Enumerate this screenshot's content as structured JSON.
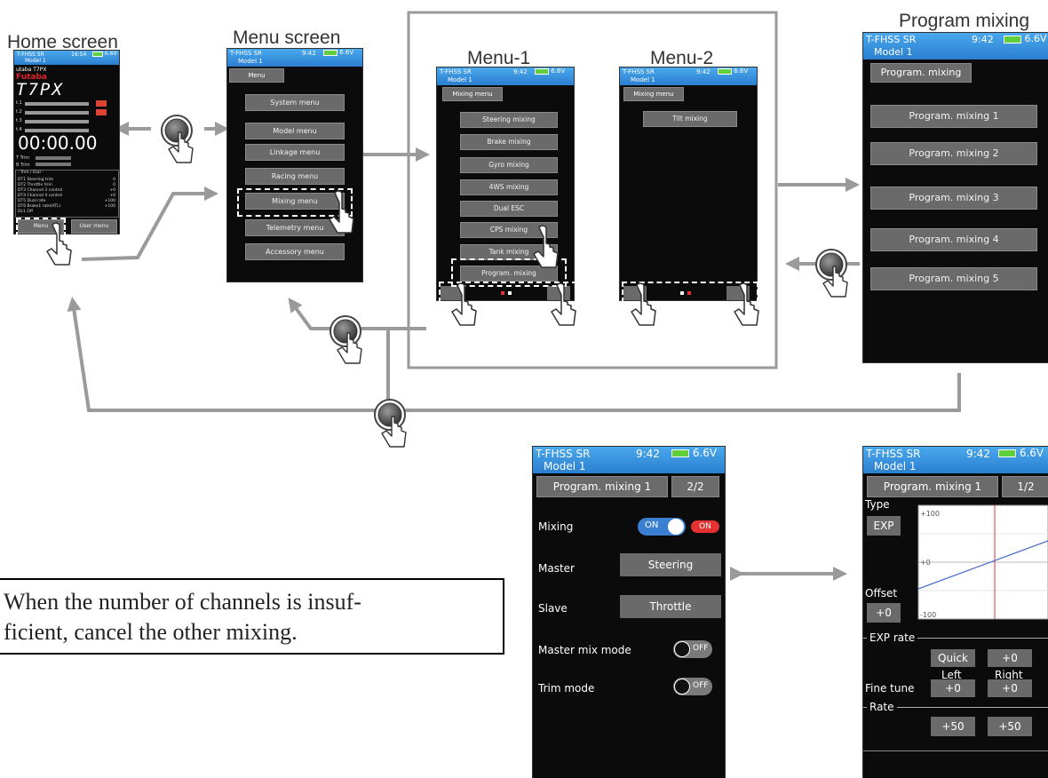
{
  "titles": {
    "home": "Home screen",
    "menu": "Menu screen",
    "menu1": "Menu-1",
    "menu2": "Menu-2",
    "prog": "Program mixing"
  },
  "status": {
    "system": "T-FHSS SR",
    "model": "Model 1",
    "time": "9:42",
    "home_time": "16:54",
    "voltage": "6.6V"
  },
  "home": {
    "model_line": "utaba T7PX",
    "brand": "Futaba",
    "logo": "T7PX",
    "timer": "00:00.00",
    "rows": [
      "t.1",
      "t.2",
      "t.3",
      "t.4"
    ],
    "trim_rows": [
      "T Trim",
      "B Trim"
    ],
    "list_header": "- Trim / Dial -",
    "list": [
      {
        "k": "DT1",
        "name": "Steering trim",
        "v": "0"
      },
      {
        "k": "DT2",
        "name": "Throttle trim",
        "v": "0"
      },
      {
        "k": "DT3",
        "name": "Channel 3 control",
        "v": "+0"
      },
      {
        "k": "DT4",
        "name": "Channel 4 control",
        "v": "+0"
      },
      {
        "k": "DT5",
        "name": "Dual rate",
        "v": "+100"
      },
      {
        "k": "DT6",
        "name": "Brake1 rate(ATL)",
        "v": "+100"
      },
      {
        "k": "DL1",
        "name": "Off",
        "v": ""
      }
    ],
    "btn_menu": "Menu",
    "btn_user": "User menu"
  },
  "menu": {
    "header": "Menu",
    "items": [
      "System menu",
      "Model menu",
      "Linkage menu",
      "Racing menu",
      "Mixing menu",
      "Telemetry menu",
      "Accessory menu"
    ]
  },
  "menu1": {
    "header": "Mixing menu",
    "items": [
      "Steering mixing",
      "Brake mixing",
      "Gyro mixing",
      "4WS mixing",
      "Dual ESC",
      "CPS mixing",
      "Tank mixing",
      "Program. mixing"
    ]
  },
  "menu2": {
    "header": "Mixing menu",
    "items": [
      "Tilt mixing"
    ]
  },
  "prog": {
    "header": "Program. mixing",
    "items": [
      "Program. mixing 1",
      "Program. mixing 2",
      "Program. mixing 3",
      "Program. mixing 4",
      "Program. mixing 5"
    ]
  },
  "p2": {
    "header": "Program. mixing 1",
    "page": "2/2",
    "rows": {
      "mixing": "Mixing",
      "mixing_on": "ON",
      "mixing_state": "ON",
      "master": "Master",
      "master_val": "Steering",
      "slave": "Slave",
      "slave_val": "Throttle",
      "master_mix": "Master mix mode",
      "master_mix_val": "OFF",
      "trim": "Trim mode",
      "trim_val": "OFF"
    }
  },
  "p1": {
    "header": "Program. mixing 1",
    "page": "1/2",
    "type_label": "Type",
    "type_val": "EXP",
    "offset_label": "Offset",
    "offset_val": "+0",
    "graph_top": "+100",
    "graph_mid": "+0",
    "graph_bot": "-100",
    "exp_rate": "EXP rate",
    "quick": "Quick",
    "quick_val": "+0",
    "left": "Left",
    "right": "Right",
    "fine_tune": "Fine tune",
    "fine_left": "+0",
    "fine_right": "+0",
    "rate": "Rate",
    "rate_left": "+50",
    "rate_right": "+50"
  },
  "note": {
    "line1": "When the number of channels is insuf-",
    "line2": "ficient, cancel the other mixing."
  },
  "colors": {
    "arrow": "#9a9a9a",
    "statusbar": "#2f86d6",
    "button": "#6a6a6a",
    "toggle_on": "#3b7fd0",
    "state_red": "#e23232",
    "curve_blue": "#4a6fd0",
    "center_red": "#e03030"
  }
}
